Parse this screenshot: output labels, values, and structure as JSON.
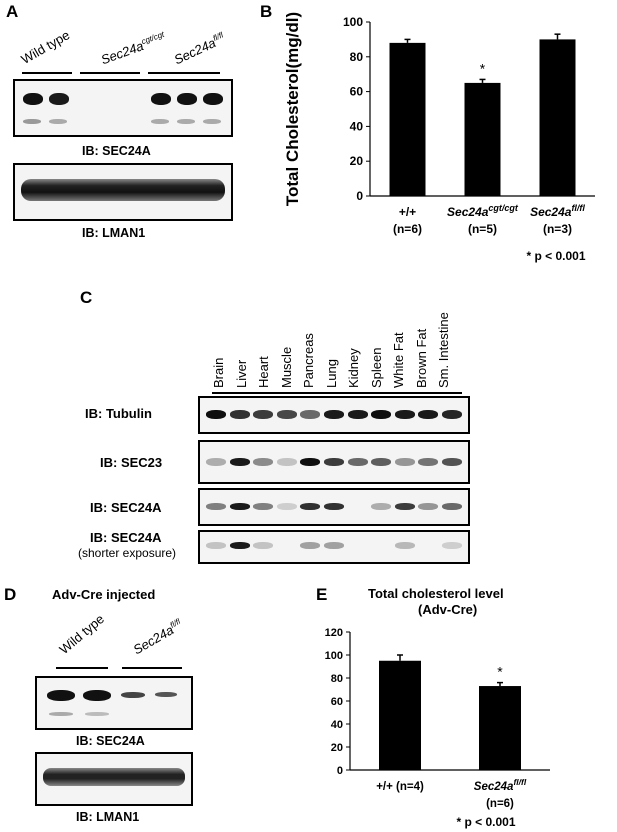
{
  "panel_a": {
    "letter": "A",
    "lanes": {
      "wild_type": "Wild type",
      "cgt": "Sec24a",
      "cgt_sup": "cgt/cgt",
      "flfl": "Sec24a",
      "flfl_sup": "fl/fl"
    },
    "ib_top": "IB: SEC24A",
    "ib_bottom": "IB: LMAN1"
  },
  "panel_b": {
    "letter": "B",
    "note": "* p < 0.001",
    "chart_data": {
      "type": "bar",
      "categories": [
        "+/+",
        "Sec24a cgt/cgt",
        "Sec24a fl/fl"
      ],
      "category_main": [
        "+/+",
        "Sec24a",
        "Sec24a"
      ],
      "category_sup": [
        "",
        "cgt/cgt",
        "fl/fl"
      ],
      "category_n": [
        "(n=6)",
        "(n=5)",
        "(n=3)"
      ],
      "values": [
        88,
        65,
        90
      ],
      "errors": [
        2,
        2,
        3
      ],
      "significance": [
        "",
        "*",
        ""
      ],
      "ylabel": "Total Cholesterol(mg/dl)",
      "ylim": [
        0,
        100
      ],
      "yticks": [
        0,
        20,
        40,
        60,
        80,
        100
      ],
      "color": "#000000"
    }
  },
  "panel_c": {
    "letter": "C",
    "tissues": [
      "Brain",
      "Liver",
      "Heart",
      "Muscle",
      "Pancreas",
      "Lung",
      "Kidney",
      "Spleen",
      "White Fat",
      "Brown Fat",
      "Sm. Intestine"
    ],
    "rows": [
      {
        "label": "IB: Tubulin",
        "sub": ""
      },
      {
        "label": "IB: SEC23",
        "sub": ""
      },
      {
        "label": "IB: SEC24A",
        "sub": ""
      },
      {
        "label": "IB: SEC24A",
        "sub": "(shorter exposure)"
      }
    ]
  },
  "panel_d": {
    "letter": "D",
    "title": "Adv-Cre injected",
    "lanes": {
      "wild_type": "Wild type",
      "flfl": "Sec24a",
      "flfl_sup": "fl/fl"
    },
    "ib_top": "IB: SEC24A",
    "ib_bottom": "IB: LMAN1"
  },
  "panel_e": {
    "letter": "E",
    "title_line1": "Total cholesterol level",
    "title_line2": "(Adv-Cre)",
    "note": "* p < 0.001",
    "chart_data": {
      "type": "bar",
      "categories": [
        "+/+ (n=4)",
        "Sec24a fl/fl (n=6)"
      ],
      "category_main": [
        "+/+ (n=4)",
        "Sec24a"
      ],
      "category_sup": [
        "",
        "fl/fl"
      ],
      "category_n": [
        "",
        "(n=6)"
      ],
      "values": [
        95,
        73
      ],
      "errors": [
        5,
        3
      ],
      "significance": [
        "",
        "*"
      ],
      "ylim": [
        0,
        120
      ],
      "yticks": [
        0,
        20,
        40,
        60,
        80,
        100,
        120
      ],
      "color": "#000000"
    }
  }
}
